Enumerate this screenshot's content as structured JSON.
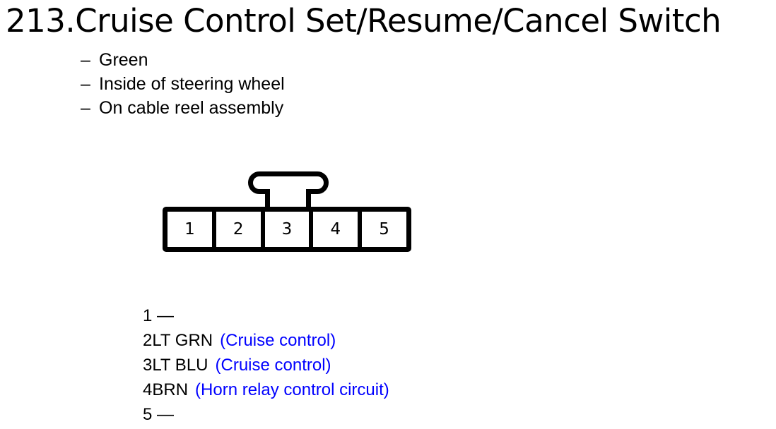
{
  "page": {
    "title": "213.Cruise Control Set/Resume/Cancel Switch"
  },
  "attributes": {
    "dash": "–",
    "items": [
      {
        "label": "Green"
      },
      {
        "label": "Inside of steering wheel"
      },
      {
        "label": "On cable reel assembly"
      }
    ]
  },
  "connector": {
    "cavity_count": 5,
    "cavities": [
      {
        "number": "1"
      },
      {
        "number": "2"
      },
      {
        "number": "3"
      },
      {
        "number": "4"
      },
      {
        "number": "5"
      }
    ]
  },
  "pin_list": {
    "empty_marker": "—",
    "rows": [
      {
        "code": "1  —",
        "circuit": ""
      },
      {
        "code": "2LT GRN",
        "circuit": "(Cruise control)"
      },
      {
        "code": "3LT BLU",
        "circuit": "(Cruise control)"
      },
      {
        "code": "4BRN",
        "circuit": "(Horn relay control circuit)"
      },
      {
        "code": "5  —",
        "circuit": ""
      }
    ]
  },
  "colors": {
    "text": "#000000",
    "circuit_blue": "#0000ff",
    "background": "#ffffff"
  }
}
